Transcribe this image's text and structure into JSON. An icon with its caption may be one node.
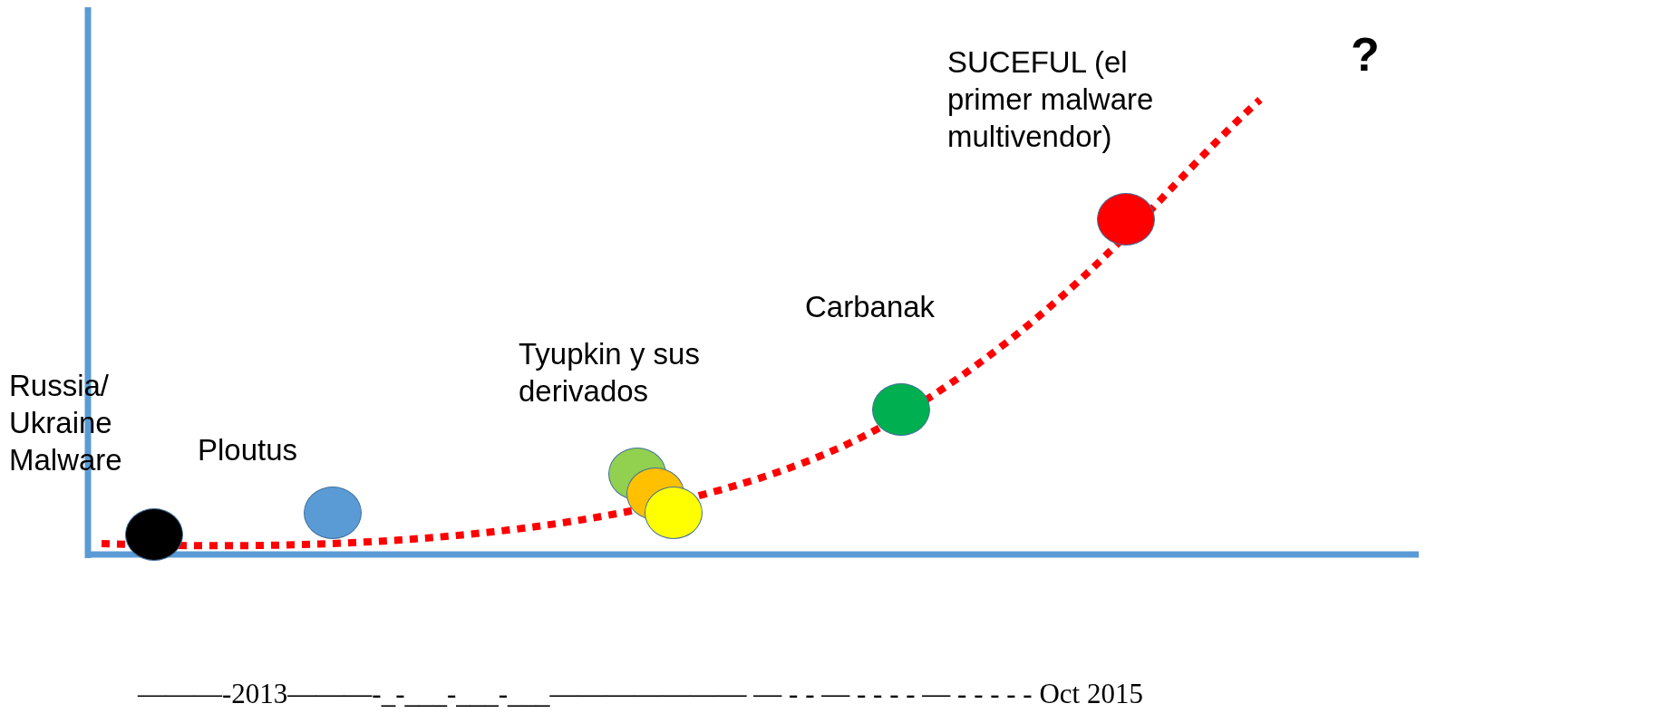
{
  "diagram": {
    "nodes": [
      {
        "text": [],
        "shape": "circle",
        "beside": [
          "Russia/ Ukraine Malware"
        ]
      },
      {
        "text": [],
        "shape": "circle",
        "beside": [
          "Ploutus"
        ]
      },
      {
        "text": [],
        "shape": "circle",
        "beside": [
          "Tyupkin y sus derivados"
        ]
      },
      {
        "text": [],
        "shape": "circle"
      },
      {
        "text": [],
        "shape": "circle"
      },
      {
        "text": [],
        "shape": "circle",
        "beside": [
          "Carbanak"
        ]
      },
      {
        "text": [],
        "shape": "circle",
        "beside": [
          "SUCEFUL (el primer malware multivendor)"
        ]
      }
    ],
    "labels": [
      "?",
      "———-2013———-_-___-___-___——————— — - - — - - - - — - - - - - Oct 2015"
    ]
  }
}
